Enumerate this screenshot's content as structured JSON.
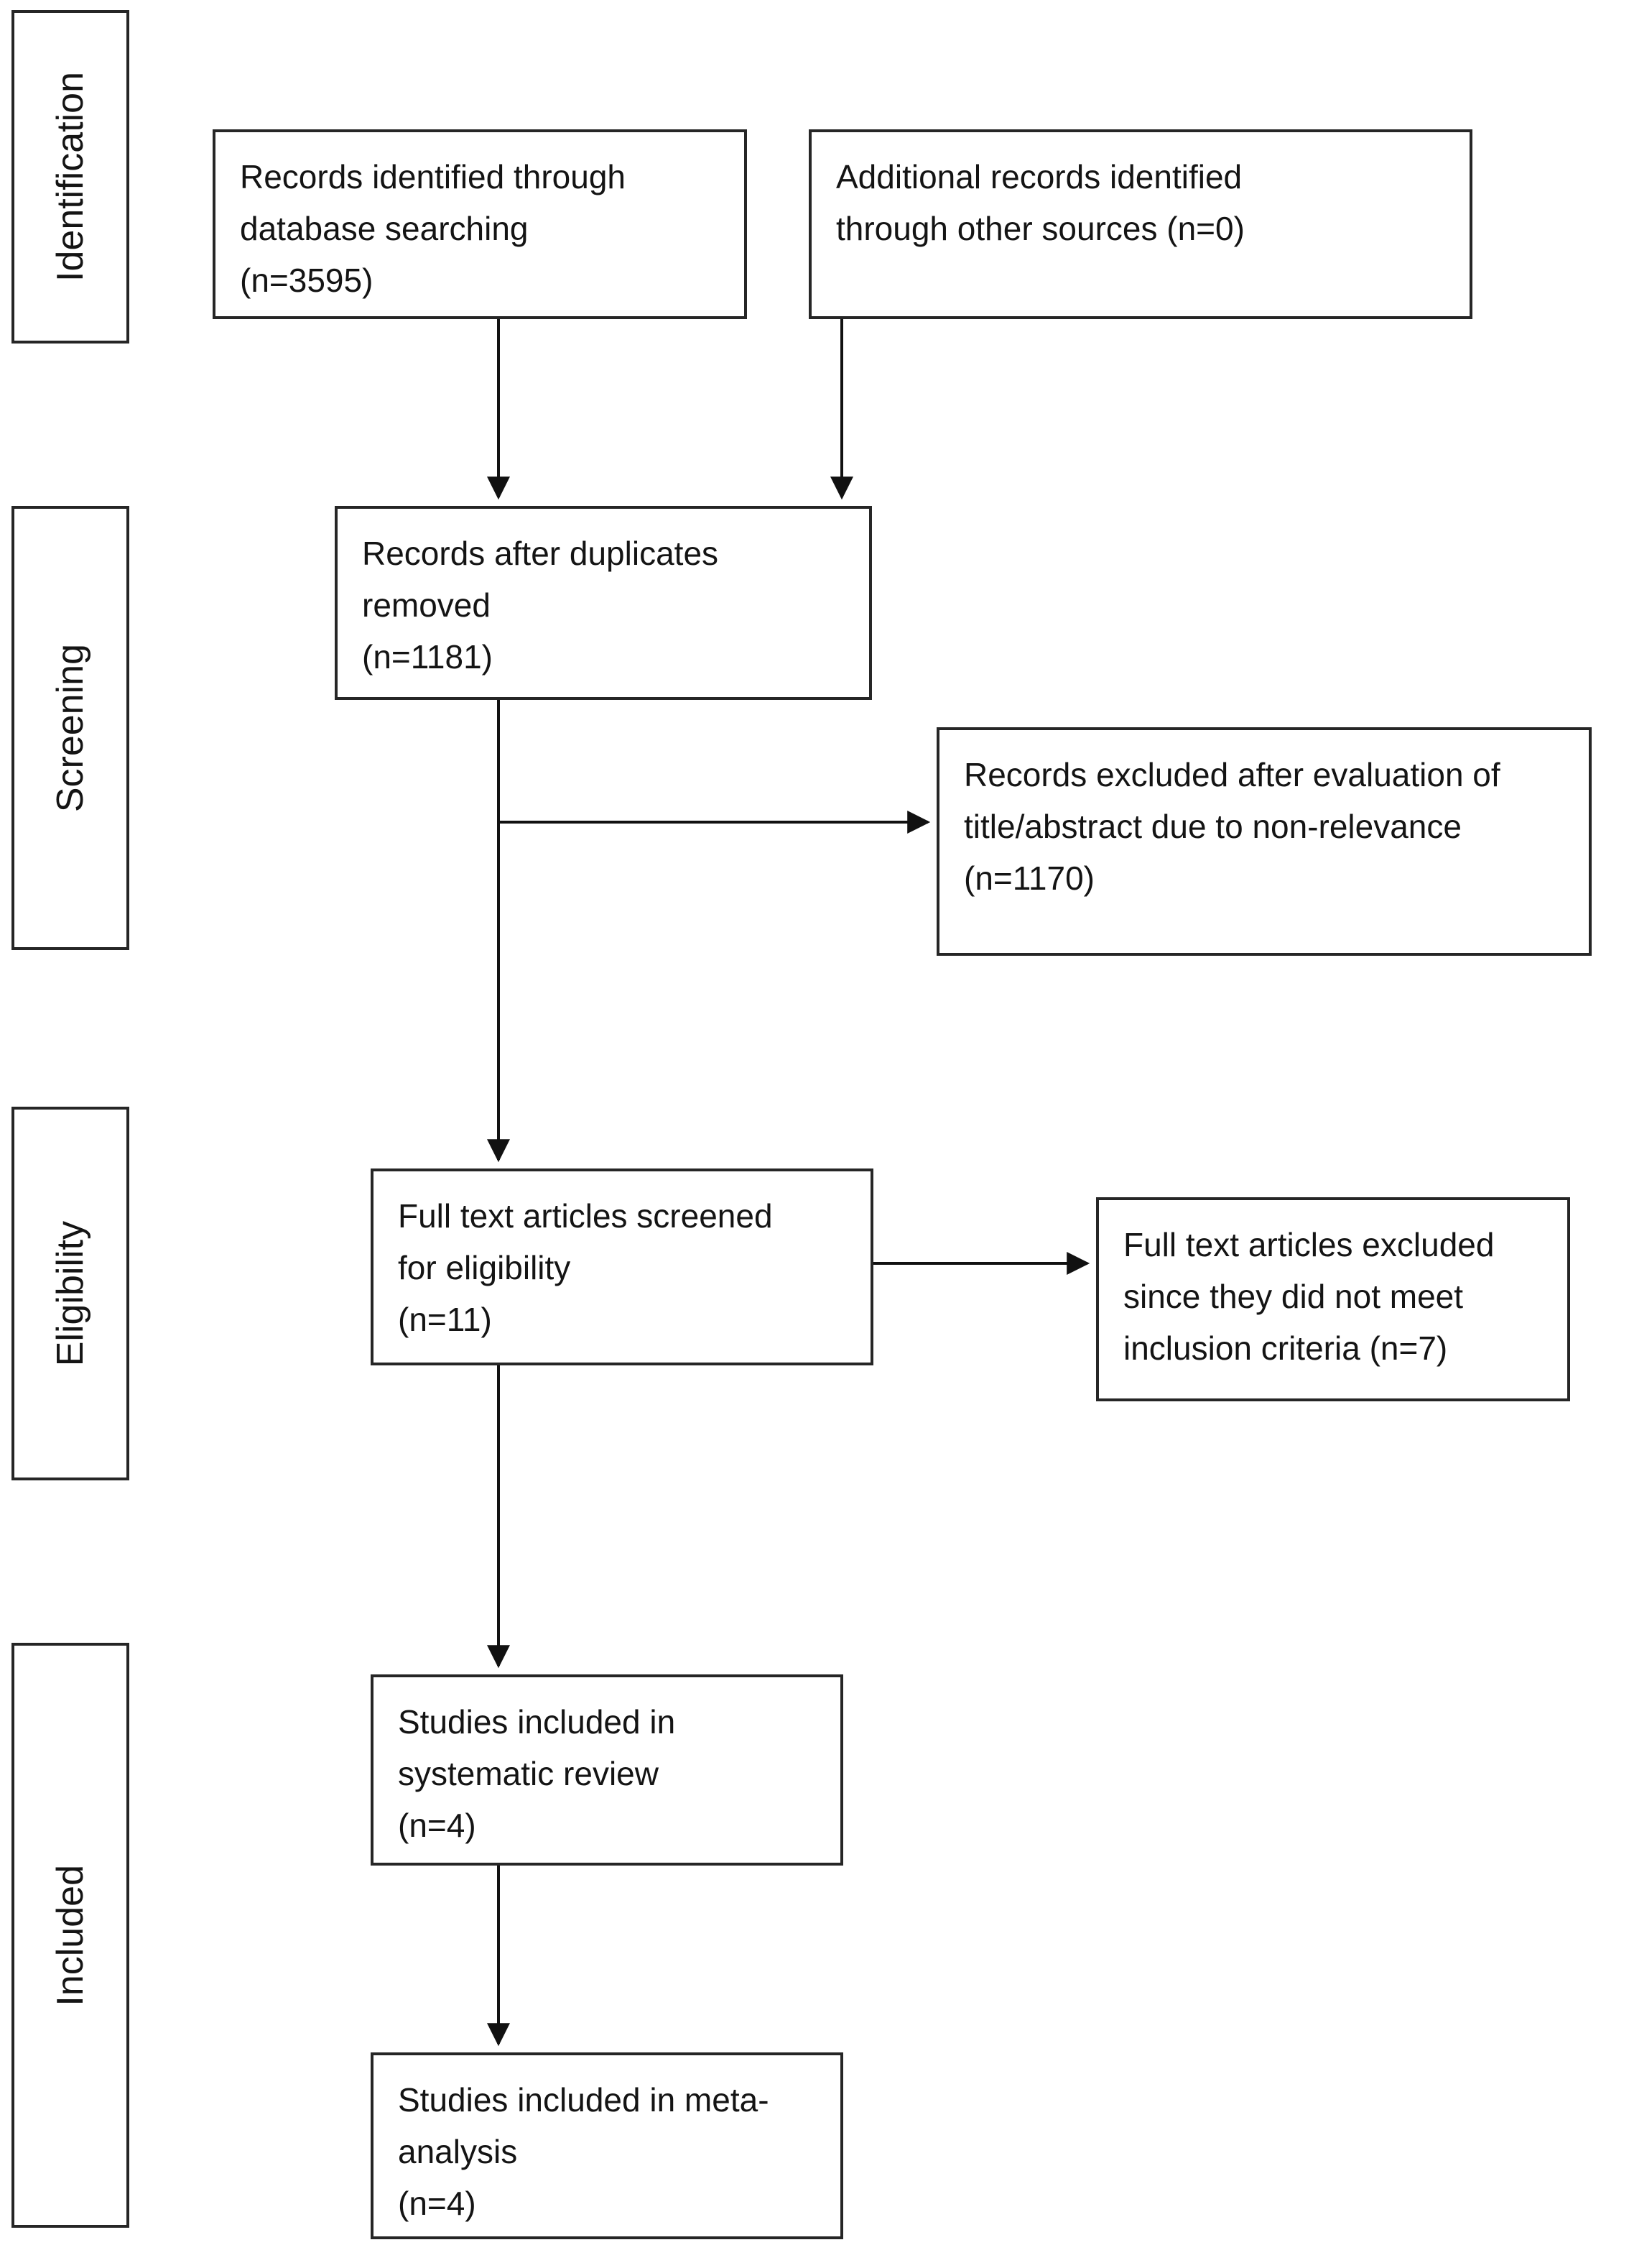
{
  "diagram": {
    "stages": [
      {
        "label": "Identification"
      },
      {
        "label": "Screening"
      },
      {
        "label": "Eligibility"
      },
      {
        "label": "Included"
      }
    ],
    "boxes": [
      {
        "id": "records-identified",
        "text": "Records identified through\ndatabase searching\n(n=3595)",
        "n": 3595
      },
      {
        "id": "additional-records",
        "text": "Additional records identified\nthrough other sources (n=0)",
        "n": 0
      },
      {
        "id": "duplicates-removed",
        "text": "Records after duplicates\nremoved\n(n=1181)",
        "n": 1181
      },
      {
        "id": "records-excluded",
        "text": "Records excluded after evaluation of\ntitle/abstract due to non-relevance\n(n=1170)",
        "n": 1170
      },
      {
        "id": "fulltext-screened",
        "text": "Full text articles screened\nfor eligibility\n(n=11)",
        "n": 11
      },
      {
        "id": "fulltext-excluded",
        "text": "Full text articles excluded\nsince they did not meet\ninclusion criteria (n=7)",
        "n": 7
      },
      {
        "id": "systematic-review",
        "text": "Studies included in\nsystematic review\n(n=4)",
        "n": 4
      },
      {
        "id": "meta-analysis",
        "text": "Studies included in meta-\nanalysis\n(n=4)",
        "n": 4
      }
    ],
    "colors": {
      "border": "#262626",
      "text": "#141414",
      "arrow": "#111111",
      "background": "#ffffff"
    }
  }
}
